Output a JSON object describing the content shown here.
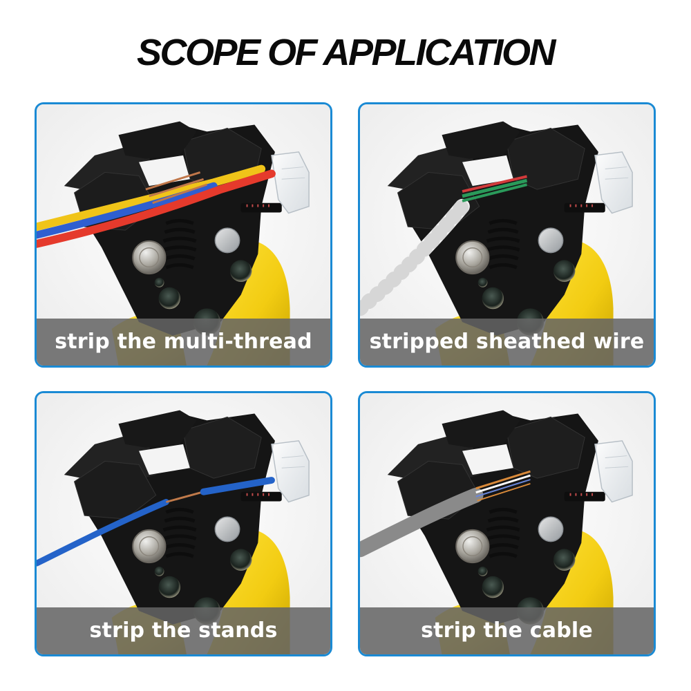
{
  "header": {
    "title": "SCOPE OF APPLICATION"
  },
  "colors": {
    "card_border": "#1a8ad4",
    "caption_bar": "#646464",
    "caption_text": "#ffffff",
    "title_text": "#0a0a0a",
    "tool_body": "#151515",
    "tool_handle": "#f2d21a"
  },
  "cards": [
    {
      "caption": "strip the multi-thread",
      "image_subject": "wire-stripper-pliers-with-multi-strand-wires",
      "wire_colors": [
        "#f0c419",
        "#2f5fd0",
        "#e53a2c"
      ]
    },
    {
      "caption": "stripped sheathed wire",
      "image_subject": "wire-stripper-pliers-with-white-sheathed-cable",
      "wire_colors": [
        "#eeeeee",
        "#2a9a5a",
        "#d23b3b"
      ]
    },
    {
      "caption": "strip the stands",
      "image_subject": "wire-stripper-pliers-with-blue-single-wire",
      "wire_colors": [
        "#2463c9",
        "#c07a4a"
      ]
    },
    {
      "caption": "strip the cable",
      "image_subject": "wire-stripper-pliers-with-grey-network-cable",
      "wire_colors": [
        "#8a8a8a",
        "#d98a3a",
        "#ffffff"
      ]
    }
  ]
}
